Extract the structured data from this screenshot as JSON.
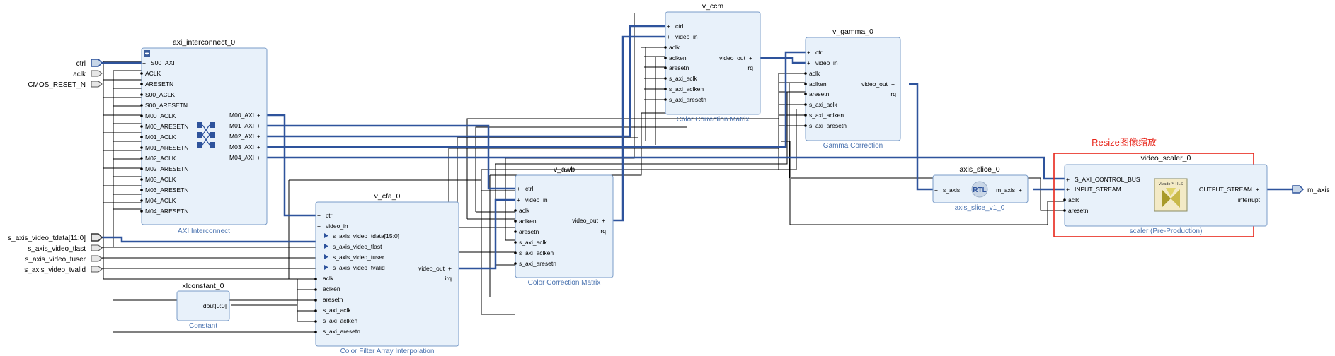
{
  "highlight": {
    "label": "Resize图像缩放",
    "color": "#e8261b"
  },
  "colors": {
    "block_fill": "#e8f1fa",
    "block_stroke": "#7a9cc8",
    "bus": "#2e539c",
    "wire": "#000000"
  },
  "external_ports": {
    "left": [
      "ctrl",
      "aclk",
      "CMOS_RESET_N",
      "s_axis_video_tdata[11:0]",
      "s_axis_video_tlast",
      "s_axis_video_tuser",
      "s_axis_video_tvalid"
    ],
    "right": [
      "m_axis"
    ]
  },
  "blocks": {
    "axi_interconnect": {
      "instance": "axi_interconnect_0",
      "subtitle": "AXI Interconnect",
      "inputs": [
        "S00_AXI",
        "ACLK",
        "ARESETN",
        "S00_ACLK",
        "S00_ARESETN",
        "M00_ACLK",
        "M00_ARESETN",
        "M01_ACLK",
        "M01_ARESETN",
        "M02_ACLK",
        "M02_ARESETN",
        "M03_ACLK",
        "M03_ARESETN",
        "M04_ACLK",
        "M04_ARESETN"
      ],
      "outputs": [
        "M00_AXI",
        "M01_AXI",
        "M02_AXI",
        "M03_AXI",
        "M04_AXI"
      ]
    },
    "v_cfa": {
      "instance": "v_cfa_0",
      "subtitle": "Color Filter Array Interpolation",
      "inputs": [
        "ctrl",
        "video_in",
        "s_axis_video_tdata[15:0]",
        "s_axis_video_tlast",
        "s_axis_video_tuser",
        "s_axis_video_tvalid",
        "aclk",
        "aclken",
        "aresetn",
        "s_axi_aclk",
        "s_axi_aclken",
        "s_axi_aresetn"
      ],
      "outputs": [
        "video_out",
        "irq"
      ]
    },
    "xlconstant": {
      "instance": "xlconstant_0",
      "subtitle": "Constant",
      "outputs": [
        "dout[0:0]"
      ]
    },
    "v_awb": {
      "instance": "v_awb",
      "subtitle": "Color Correction Matrix",
      "inputs": [
        "ctrl",
        "video_in",
        "aclk",
        "aclken",
        "aresetn",
        "s_axi_aclk",
        "s_axi_aclken",
        "s_axi_aresetn"
      ],
      "outputs": [
        "video_out",
        "irq"
      ]
    },
    "v_ccm": {
      "instance": "v_ccm",
      "subtitle": "Color Correction Matrix",
      "inputs": [
        "ctrl",
        "video_in",
        "aclk",
        "aclken",
        "aresetn",
        "s_axi_aclk",
        "s_axi_aclken",
        "s_axi_aresetn"
      ],
      "outputs": [
        "video_out",
        "irq"
      ]
    },
    "v_gamma": {
      "instance": "v_gamma_0",
      "subtitle": "Gamma Correction",
      "inputs": [
        "ctrl",
        "video_in",
        "aclk",
        "aclken",
        "aresetn",
        "s_axi_aclk",
        "s_axi_aclken",
        "s_axi_aresetn"
      ],
      "outputs": [
        "video_out",
        "irq"
      ]
    },
    "axis_slice": {
      "instance": "axis_slice_0",
      "subtitle": "axis_slice_v1_0",
      "logo": "RTL",
      "inputs": [
        "s_axis"
      ],
      "outputs": [
        "m_axis"
      ]
    },
    "video_scaler": {
      "instance": "video_scaler_0",
      "subtitle": "scaler (Pre-Production)",
      "logo": "Vivado™ HLS",
      "inputs": [
        "S_AXI_CONTROL_BUS",
        "INPUT_STREAM",
        "aclk",
        "aresetn"
      ],
      "outputs": [
        "OUTPUT_STREAM",
        "interrupt"
      ]
    }
  }
}
